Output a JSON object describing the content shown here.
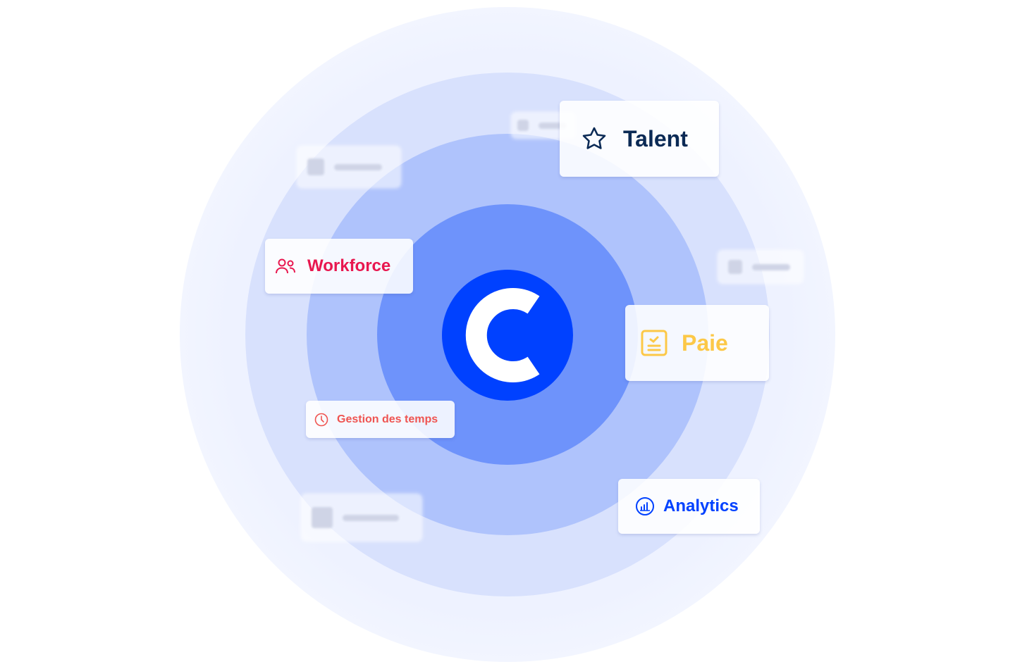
{
  "modules": {
    "talent": {
      "label": "Talent",
      "icon": "star-icon",
      "color": "#0b2a55"
    },
    "workforce": {
      "label": "Workforce",
      "icon": "users-icon",
      "color": "#e8174f"
    },
    "paie": {
      "label": "Paie",
      "icon": "payslip-icon",
      "color": "#fcc847"
    },
    "gestion": {
      "label": "Gestion des temps",
      "icon": "clock-icon",
      "color": "#ef5451"
    },
    "analytics": {
      "label": "Analytics",
      "icon": "chart-icon",
      "color": "#0041ff"
    }
  },
  "brand_color": "#0041ff"
}
